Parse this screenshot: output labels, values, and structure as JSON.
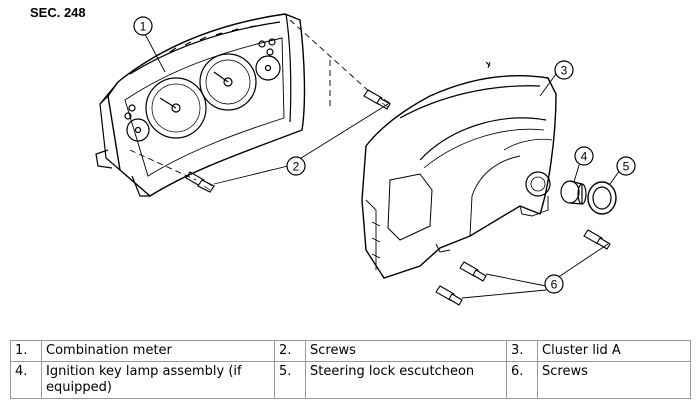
{
  "section": "SEC. 248",
  "callouts": [
    "1",
    "2",
    "3",
    "4",
    "5",
    "6"
  ],
  "legend": [
    [
      {
        "num": "1.",
        "text": "Combination meter"
      },
      {
        "num": "2.",
        "text": "Screws"
      },
      {
        "num": "3.",
        "text": "Cluster lid A"
      }
    ],
    [
      {
        "num": "4.",
        "text": "Ignition key lamp assembly (if equipped)"
      },
      {
        "num": "5.",
        "text": "Steering lock escutcheon"
      },
      {
        "num": "6.",
        "text": "Screws"
      }
    ]
  ]
}
